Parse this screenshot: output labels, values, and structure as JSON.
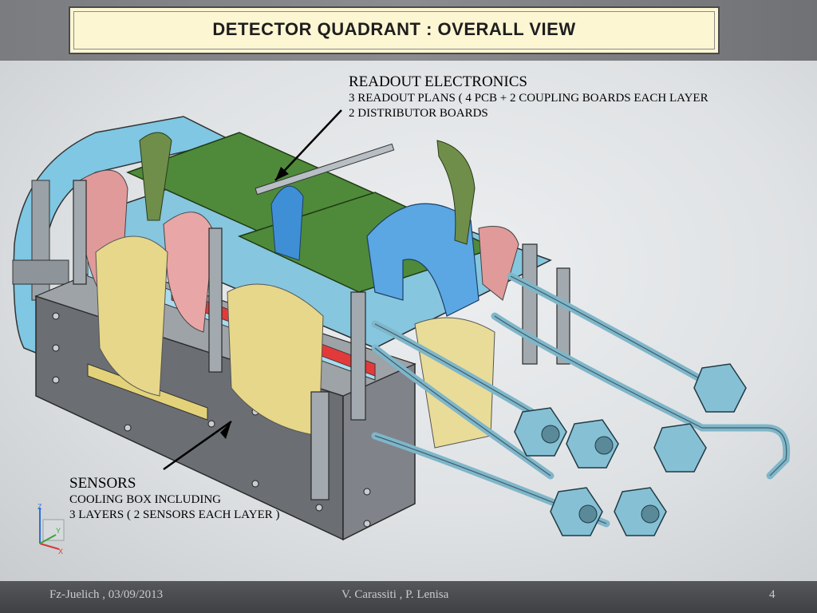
{
  "slide": {
    "title": "DETECTOR QUADRANT : OVERALL VIEW",
    "number": "4"
  },
  "readout": {
    "heading": "READOUT ELECTRONICS",
    "line1": "3 READOUT  PLANS ( 4 PCB + 2 COUPLING BOARDS EACH LAYER",
    "line2": "2 DISTRIBUTOR BOARDS"
  },
  "sensors": {
    "heading": "SENSORS",
    "line1": "COOLING BOX INCLUDING",
    "line2": "3 LAYERS ( 2 SENSORS EACH LAYER )"
  },
  "axes": {
    "z": "Z",
    "y": "Y",
    "x": "X"
  },
  "footer": {
    "left": "Fz-Juelich , 03/09/2013",
    "center": "V. Carassiti , P. Lenisa"
  },
  "colors": {
    "title_bg": "#fdf6d3",
    "pcb_green": "#4e8a3a",
    "frame_blue": "#86c6de",
    "flex_yellow": "#e6d78a",
    "flex_pink": "#e09a9a",
    "flex_blue": "#3f8fd6",
    "box_gray": "#6b6e72"
  }
}
